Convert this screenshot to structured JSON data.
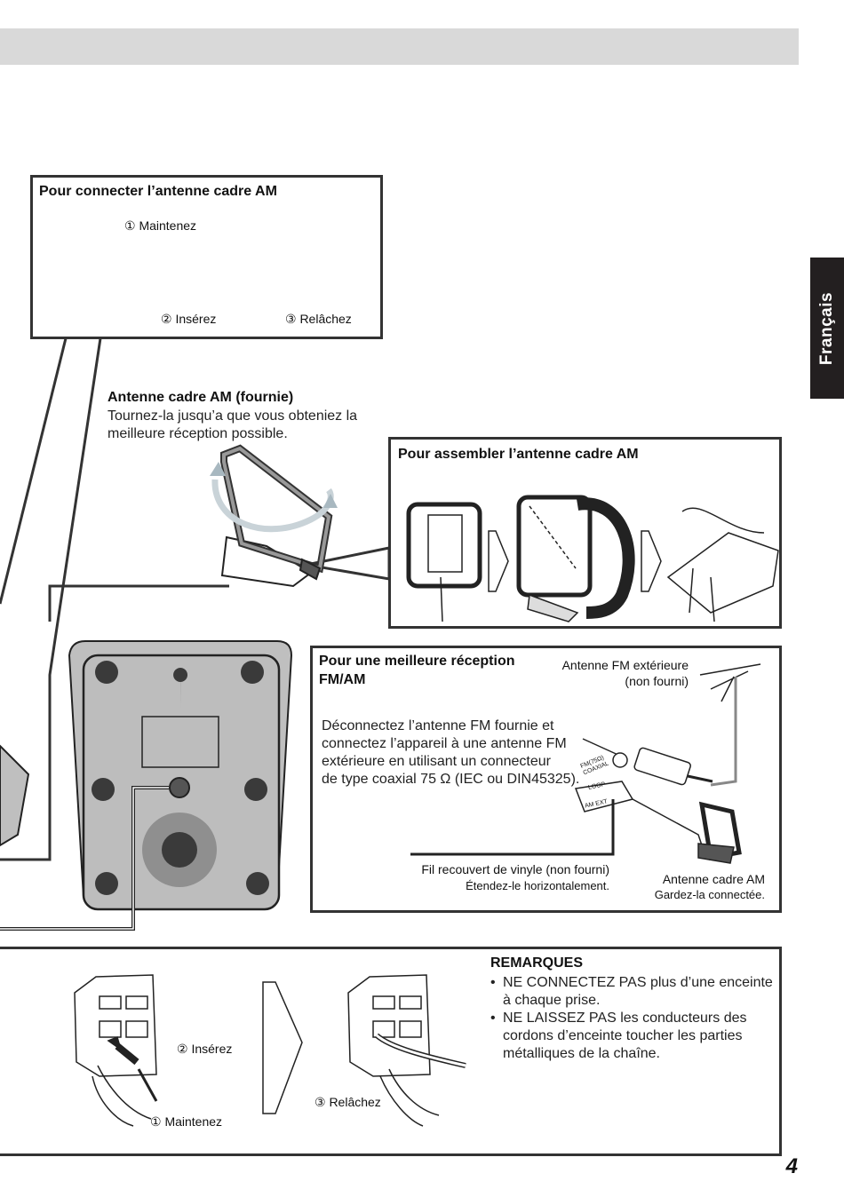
{
  "language_tab": "Français",
  "page_number": "4",
  "am_connect": {
    "title": "Pour connecter l’antenne cadre AM",
    "step1": "① Maintenez",
    "step2": "② Insérez",
    "step3": "③ Relâchez"
  },
  "am_antenna": {
    "title": "Antenne cadre AM (fournie)",
    "desc_line1": "Tournez-la jusqu’a que vous obteniez la",
    "desc_line2": "meilleure réception possible."
  },
  "am_assemble": {
    "title": "Pour assembler l’antenne cadre AM"
  },
  "fm_reception": {
    "title_line1": "Pour une meilleure réception",
    "title_line2": "FM/AM",
    "outdoor_label_line1": "Antenne FM extérieure",
    "outdoor_label_line2": "(non fourni)",
    "body_line1": "Déconnectez l’antenne FM fournie et",
    "body_line2": "connectez l’appareil à une antenne FM",
    "body_line3": "extérieure en utilisant un connecteur",
    "body_line4": "de type coaxial 75 Ω (IEC ou DIN45325).",
    "jack_fm": "FM(75Ω) COAXIAL",
    "jack_loop": "LOOP",
    "jack_am": "AM EXT",
    "vinyl_label": "Fil recouvert de vinyle (non fourni)",
    "vinyl_sub": "Étendez-le horizontalement.",
    "loop_label": "Antenne cadre AM",
    "loop_sub": "Gardez-la connectée."
  },
  "speaker_connect": {
    "step2": "② Insérez",
    "step1": "① Maintenez",
    "step3": "③ Relâchez",
    "remarks_title": "REMARQUES",
    "remarks": [
      "NE CONNECTEZ PAS plus d’une enceinte à chaque prise.",
      "NE LAISSEZ PAS les conducteurs des cordons d’enceinte toucher les parties métalliques de la chaîne."
    ]
  }
}
